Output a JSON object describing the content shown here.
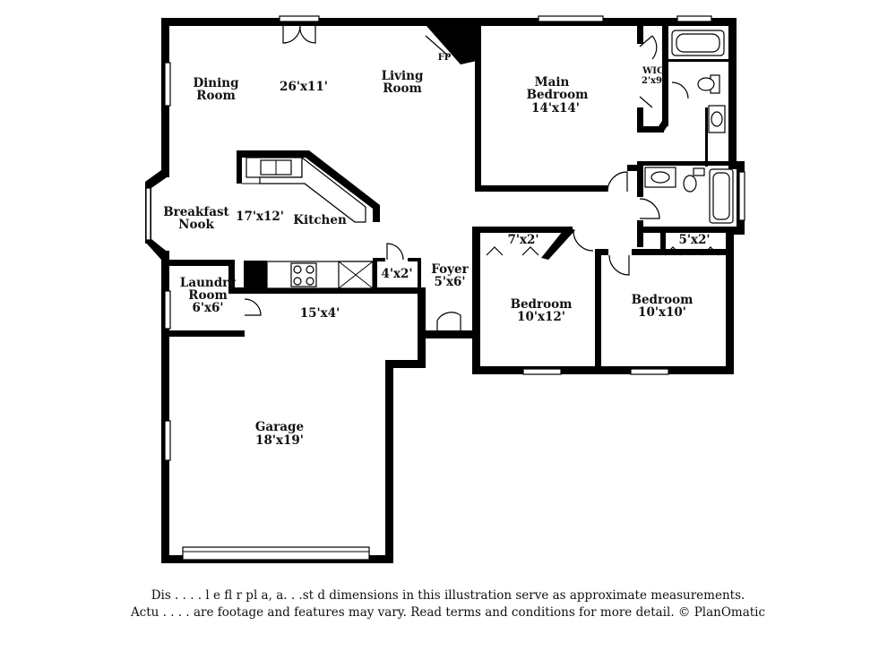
{
  "rooms": {
    "dining": {
      "name_line1": "Dining",
      "name_line2": "Room"
    },
    "living_dining_size": "26'x11'",
    "living": {
      "name_line1": "Living",
      "name_line2": "Room"
    },
    "fireplace": "FP",
    "main_bedroom": {
      "name_line1": "Main",
      "name_line2": "Bedroom",
      "size": "14'x14'"
    },
    "wic": {
      "name": "WIC",
      "size": "2'x9'"
    },
    "breakfast": {
      "name_line1": "Breakfast",
      "name_line2": "Nook"
    },
    "kitchen_size": "17'x12'",
    "kitchen": {
      "name": "Kitchen"
    },
    "laundry": {
      "name_line1": "Laundry",
      "name_line2": "Room",
      "size": "6'x6'"
    },
    "closet_hall": {
      "size": "4'x2'"
    },
    "foyer": {
      "name": "Foyer",
      "size": "5'x6'"
    },
    "closet_bed2": {
      "size": "7'x2'"
    },
    "closet_bed3": {
      "size": "5'x2'"
    },
    "bedroom2": {
      "name": "Bedroom",
      "size": "10'x12'"
    },
    "bedroom3": {
      "name": "Bedroom",
      "size": "10'x10'"
    },
    "garage_strip": {
      "size": "15'x4'"
    },
    "garage": {
      "name": "Garage",
      "size": "18'x19'"
    }
  },
  "disclaimer": {
    "line1": "Dis . . . . l e fl r pl a, a. . .st d dimensions in this illustration serve as approximate measurements.",
    "line2": "Actu . . . . are footage and features may vary. Read terms and conditions for more detail. © PlanOmatic"
  }
}
